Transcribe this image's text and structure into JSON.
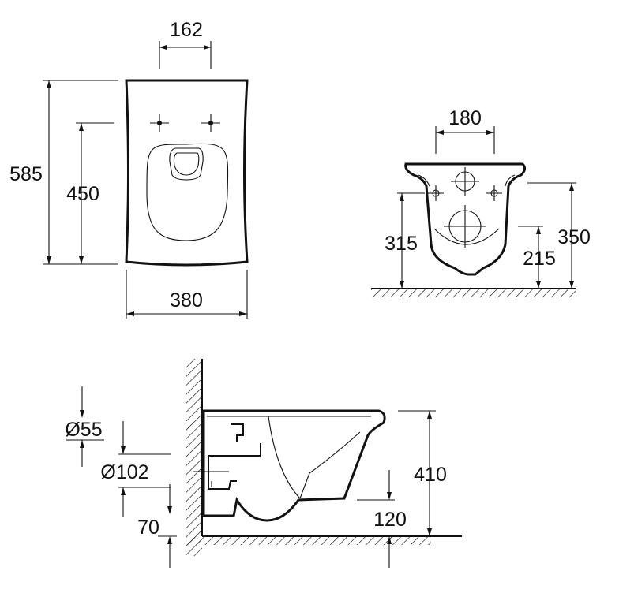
{
  "colors": {
    "ink": "#111111",
    "background": "#ffffff"
  },
  "top_view": {
    "dim_mounting_spacing": "162",
    "dim_overall_length": "585",
    "dim_seat_to_front": "450",
    "dim_width": "380"
  },
  "rear_view": {
    "dim_fixing_spacing": "180",
    "dim_fixing_height": "315",
    "dim_top_height": "350",
    "dim_outlet_height": "215"
  },
  "side_view": {
    "dim_inlet_diameter": "Ø55",
    "dim_outlet_diameter": "Ø102",
    "dim_base_height": "70",
    "dim_outlet_floor_height": "120",
    "dim_rim_height": "410"
  }
}
